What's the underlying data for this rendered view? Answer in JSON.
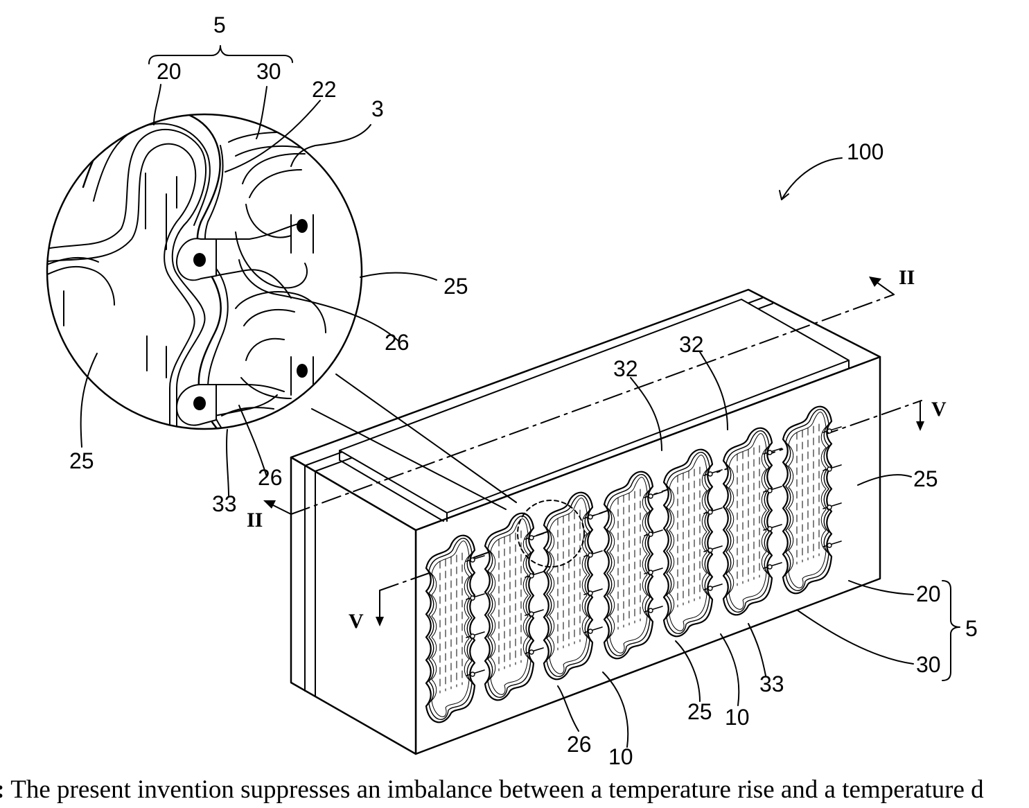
{
  "labels": {
    "l5_top": "5",
    "l20_top": "20",
    "l30_top": "30",
    "l22": "22",
    "l3": "3",
    "l100": "100",
    "l25_zoom": "25",
    "l26_a": "26",
    "l25_left": "25",
    "l26_b": "26",
    "l33_zoom": "33",
    "l32_a": "32",
    "l32_b": "32",
    "l25_right": "25",
    "l20_right": "20",
    "l5_right": "5",
    "l30_right": "30",
    "l33_bottom": "33",
    "l10_a": "10",
    "l25_bottom": "25",
    "l26_bottom": "26",
    "l10_b": "10"
  },
  "section_marks": {
    "ii": "II",
    "v": "V"
  },
  "caption": {
    "prefix": "t:",
    "text": " The present invention suppresses an imbalance between a temperature rise and a temperature d"
  }
}
